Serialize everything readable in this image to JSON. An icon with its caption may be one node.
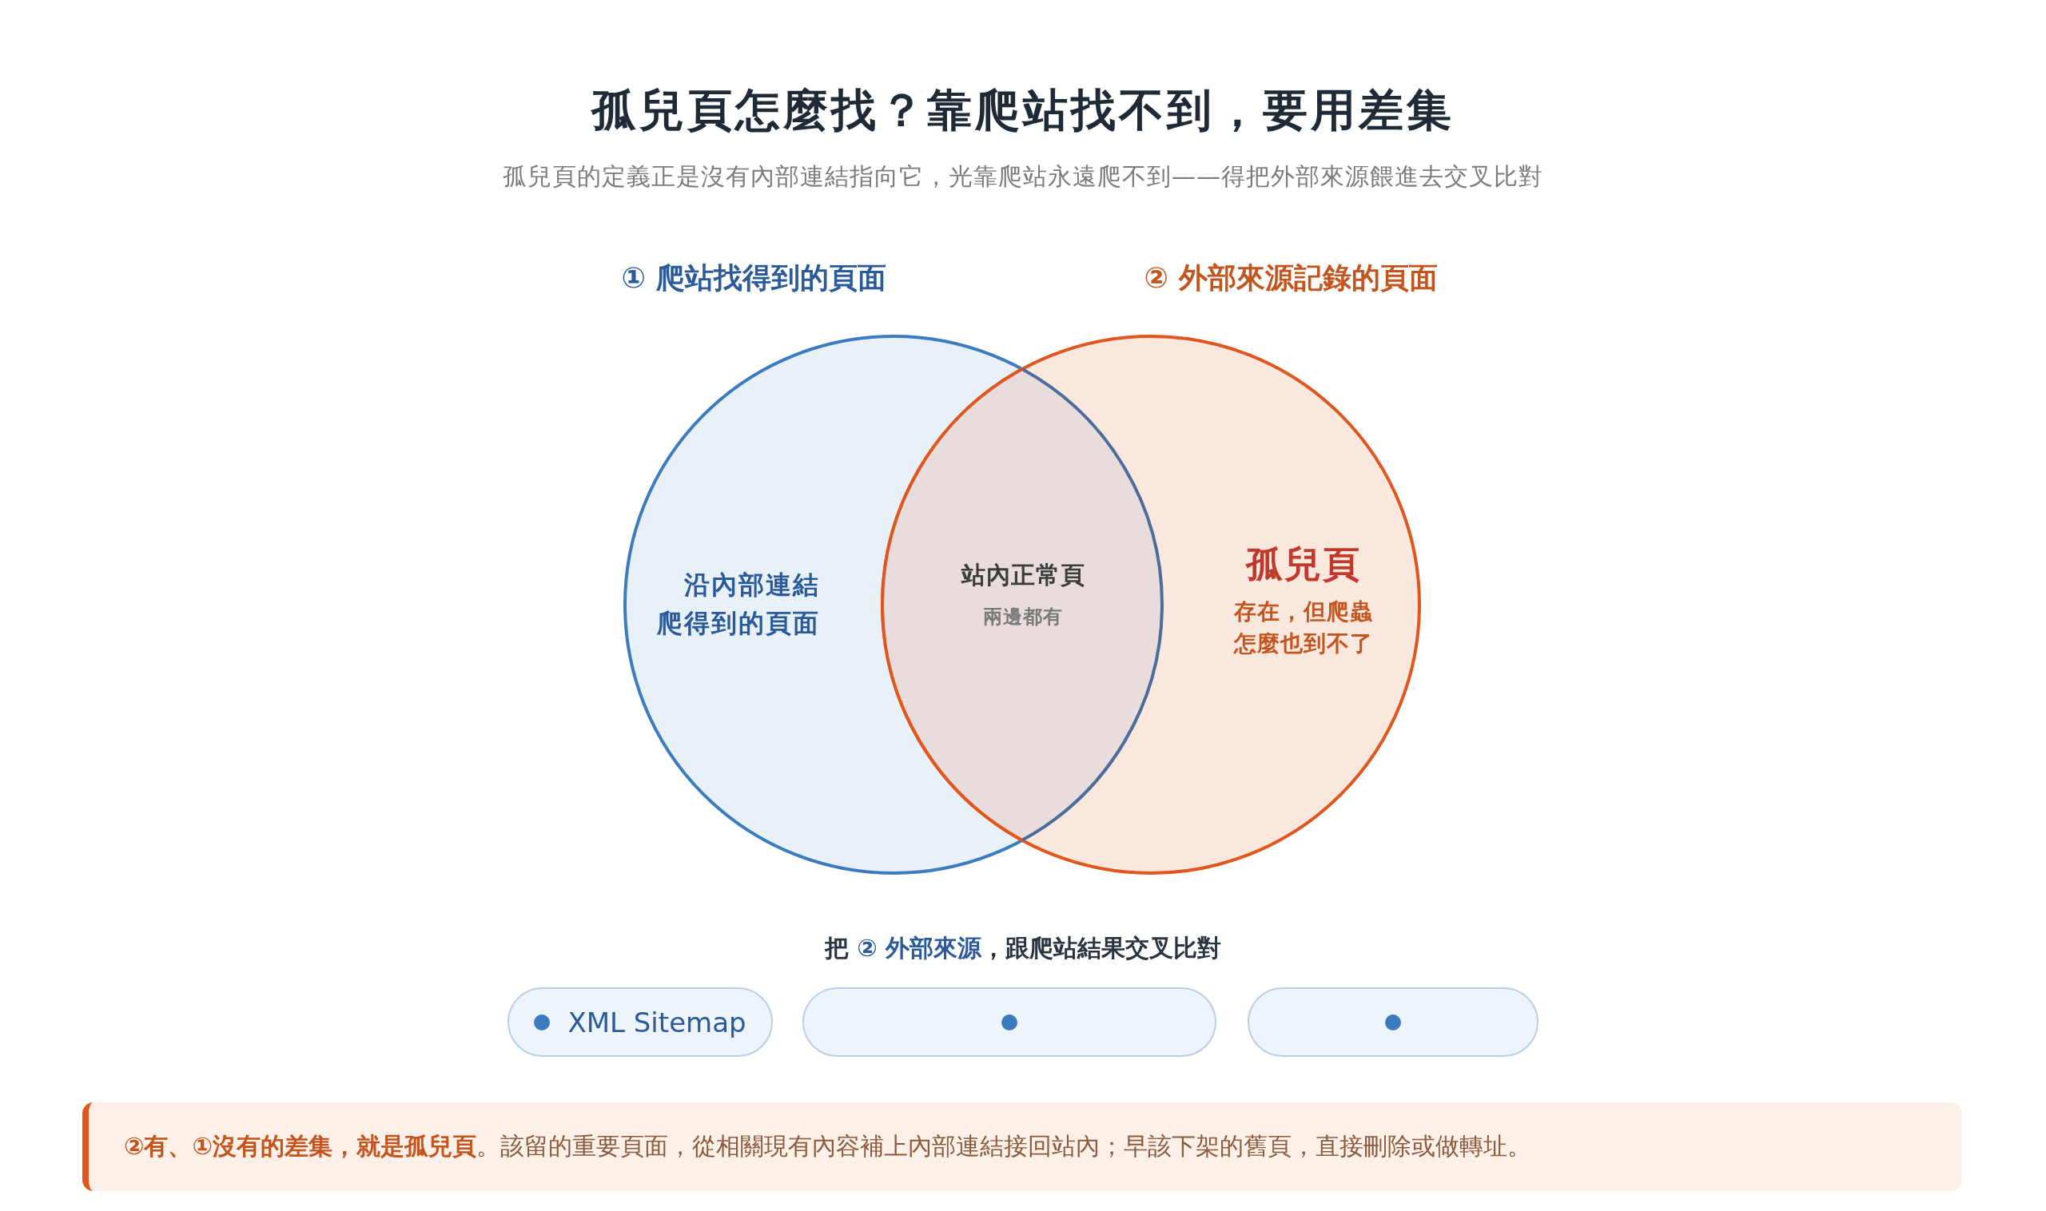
{
  "diagram": {
    "title": "孤兒頁怎麼找？靠爬站找不到，要用差集",
    "nodes": [
      {
        "text": [
          "① 爬站找得到的頁面",
          "沿內部連結爬得到的頁面"
        ]
      },
      {
        "text": [
          "② 外部來源記錄的頁面",
          "孤兒頁",
          "存在，但爬蟲怎麼也到不了"
        ]
      },
      {
        "text": [
          "站內正常頁",
          "兩邊都有"
        ]
      },
      {
        "text": [
          "XML Sitemap"
        ]
      },
      {
        "text": [],
        "shape": "box"
      },
      {
        "text": [],
        "shape": "box"
      },
      {
        "text": [
          "**②有、①沒有的差集，就是孤兒頁**。該留的重要頁面，從相關現有內容補上內部連結接回站內；早該下架的舊頁，直接刪除或做轉址。"
        ]
      }
    ],
    "labels": [
      "孤兒頁的定義正是沒有內部連結指向它，光靠爬站永遠爬不到——得把外部來源餵進去交叉比對",
      "把 **② 外部來源**，跟爬站結果交叉比對"
    ]
  }
}
